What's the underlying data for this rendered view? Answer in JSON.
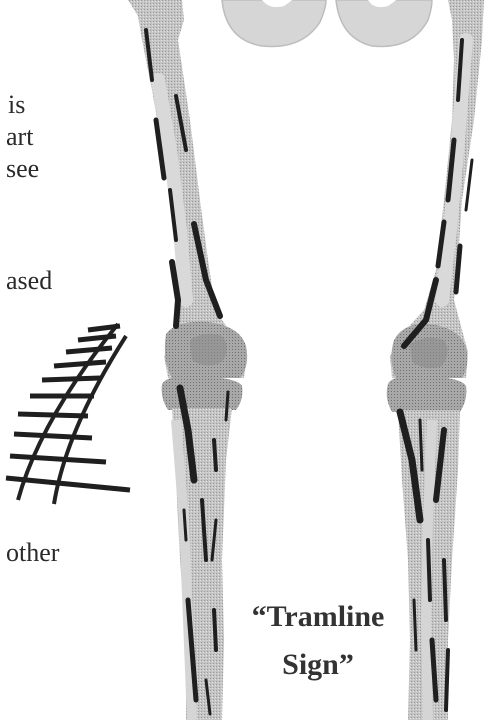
{
  "left_text_fragments": [
    "is",
    "art",
    "see",
    "ased",
    "other"
  ],
  "title_lines": [
    "“Tramline",
    "Sign”"
  ],
  "colors": {
    "bone_gray": "#c9c9c9",
    "bone_light": "#dedede",
    "knee_gray": "#b0b0b0",
    "calcification": "#1e1e1e",
    "text": "#2a2a2a"
  },
  "icons": [
    "railway-track-icon",
    "skeleton-legs-illustration"
  ]
}
